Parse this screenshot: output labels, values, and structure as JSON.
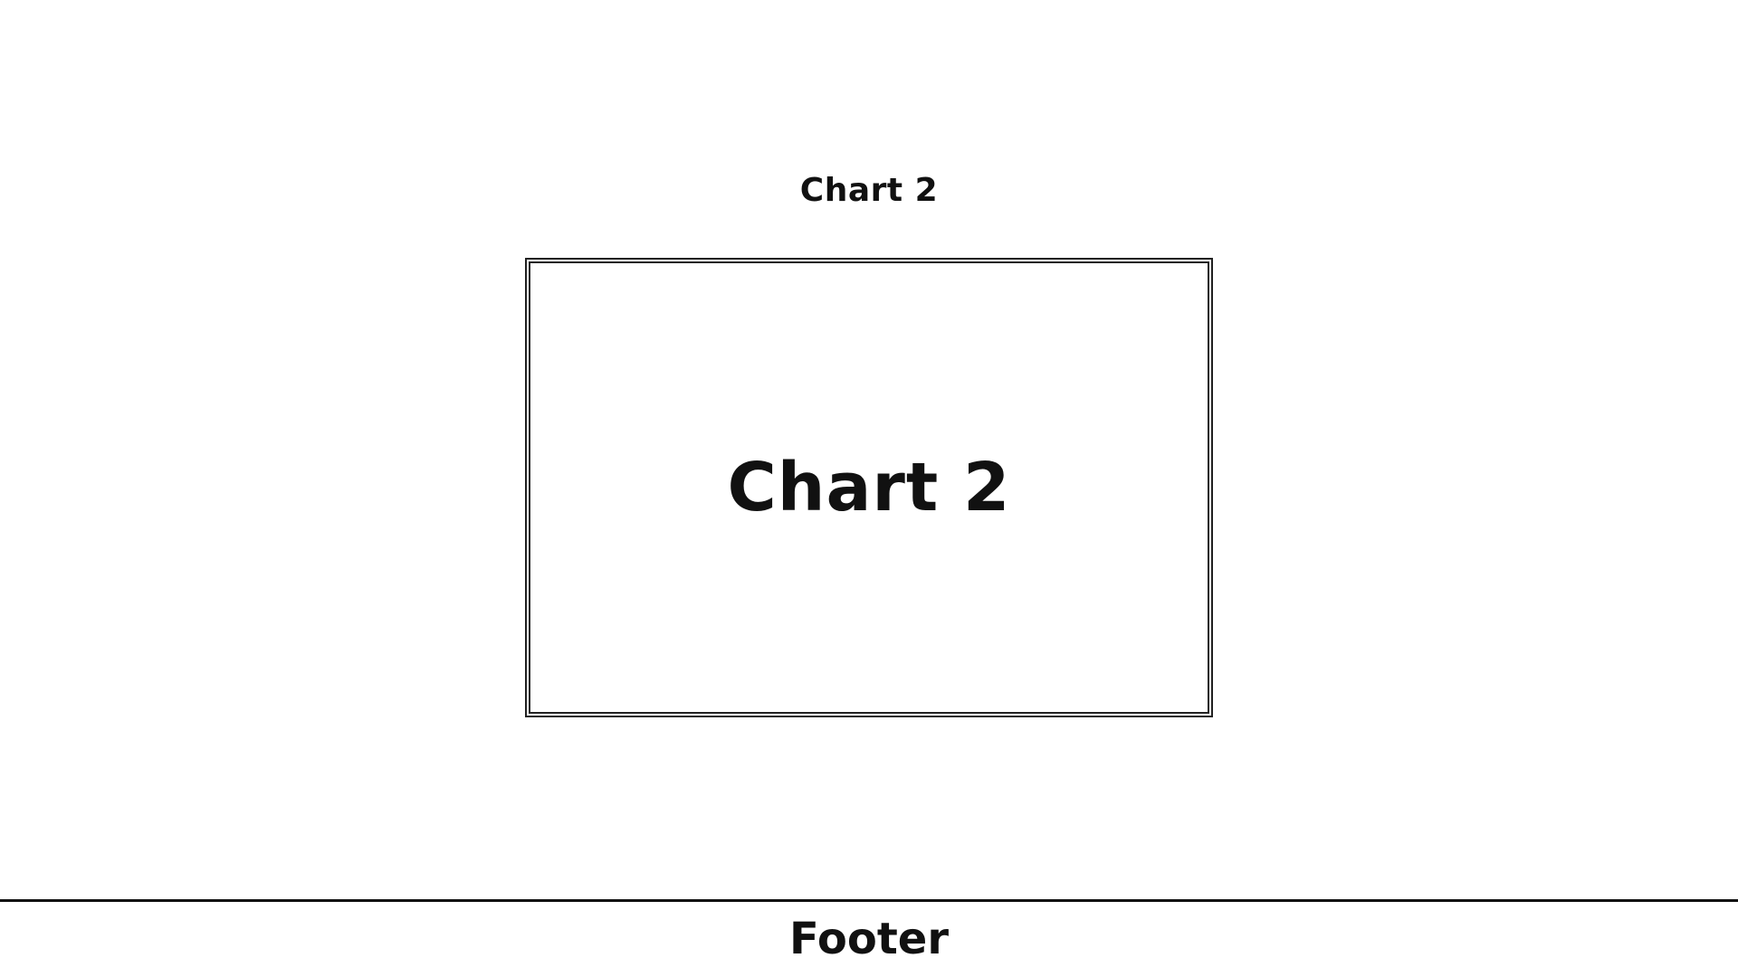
{
  "section": {
    "title": "Chart 2"
  },
  "chart_panel": {
    "placeholder_label": "Chart 2",
    "border_color": "#222222"
  },
  "footer": {
    "label": "Footer",
    "rule_color": "#111111"
  }
}
